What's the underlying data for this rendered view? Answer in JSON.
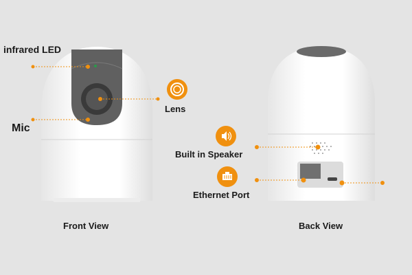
{
  "labels": {
    "infrared_led": "infrared LED",
    "lens": "Lens",
    "mic": "Mic",
    "speaker": "Built in Speaker",
    "ethernet": "Ethernet Port",
    "front_view": "Front View",
    "back_view": "Back View"
  },
  "colors": {
    "accent": "#f0900f",
    "background": "#e4e4e4",
    "face": "#5f5f5f"
  }
}
